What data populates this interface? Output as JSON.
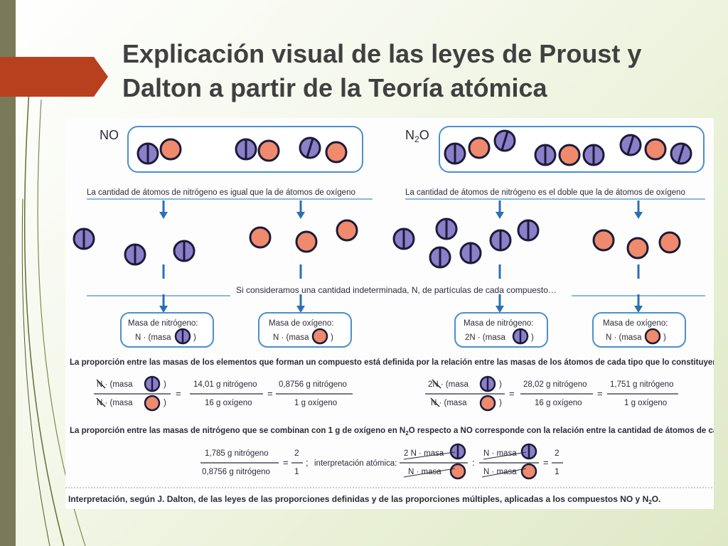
{
  "slide": {
    "title_line1": "Explicación visual de las leyes de Proust y",
    "title_line2": "Dalton a partir de la Teoría atómica"
  },
  "figure": {
    "label_no": "NO",
    "label_n2o": "N",
    "label_n2o_sub": "2",
    "label_n2o_tail": "O",
    "caption_left": "La cantidad de átomos de nitrógeno es igual que la de átomos de oxígeno",
    "caption_right": "La cantidad de átomos de nitrógeno es el doble que la de átomos de oxígeno",
    "middle_text": "Si consideramos una cantidad indeterminada, N, de partículas de cada compuesto…",
    "box1_title": "Masa de nitrógeno:",
    "box1_expr": "N · (masa",
    "box2_title": "Masa de oxígeno:",
    "box2_expr": "N · (masa",
    "box3_title": "Masa de nitrógeno:",
    "box3_expr": "2N · (masa",
    "box4_title": "Masa de oxígeno:",
    "box4_expr": "N · (masa",
    "close_paren": ")",
    "proportion_text": "La proporción entre las masas de los elementos que forman un compuesto está definida por la relación entre las masas de los átomos de cada tipo que lo constituyen",
    "eqL_num_expr": "N · (masa",
    "eqL_den_expr": "N · (masa",
    "eqL_frac1_num": "14,01 g nitrógeno",
    "eqL_frac1_den": "16 g oxígeno",
    "eqL_frac2_num": "0,8756 g nitrógeno",
    "eqL_frac2_den": "1 g oxígeno",
    "eqR_num_expr": "2N · (masa",
    "eqR_den_expr": "N · (masa",
    "eqR_frac1_num": "28,02 g nitrógeno",
    "eqR_frac1_den": "16 g oxígeno",
    "eqR_frac2_num": "1,751 g nitrógeno",
    "eqR_frac2_den": "1 g oxígeno",
    "equals": "=",
    "second_text_a": "La proporción entre las masas de nitrógeno que se combinan con 1 g de oxígeno en N",
    "second_text_sub": "2",
    "second_text_b": "O respecto a NO corresponde con la relación entre la cantidad de átomos de cada tipo",
    "final_frac_num": "1,785 g nitrógeno",
    "final_frac_den": "0,8756 g nitrógeno",
    "ratio_num": "2",
    "ratio_den": "1",
    "semicolon": ";",
    "interp_label": "interpretación atómica:",
    "ia_num1": "2 N · masa",
    "ia_den1": "N · masa",
    "colon": ":",
    "ia_num2": "N · masa",
    "ia_den2": "N · masa",
    "bottom_caption_a": "Interpretación, según J. Dalton, de las leyes de las proporciones definidas y de las proporciones múltiples, aplicadas a los compuestos NO y N",
    "bottom_caption_sub": "2",
    "bottom_caption_b": "O."
  },
  "colors": {
    "nitrogen_atom": "#8c7fc9",
    "oxygen_atom": "#f08a6c",
    "arrow_blue": "#2d6fb2",
    "accent_tab": "#b8401e"
  }
}
